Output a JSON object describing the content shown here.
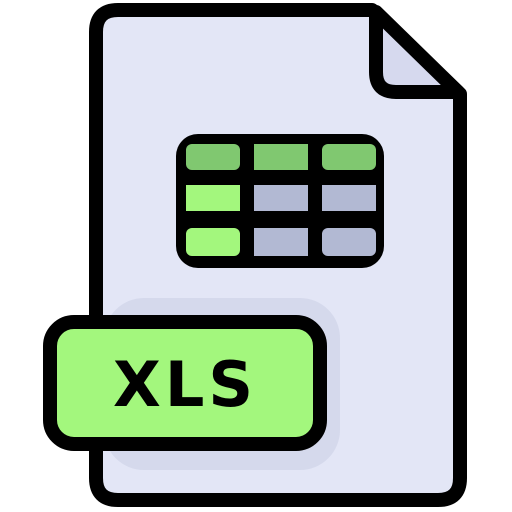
{
  "icon": {
    "name": "xls-file-icon",
    "badge_label": "XLS",
    "colors": {
      "outline": "#000000",
      "page_fill": "#e3e6f6",
      "page_shadow": "#d5d9ec",
      "fold_fill": "#d6d9ee",
      "badge_fill": "#a3f77d",
      "header_cells": "#80c870",
      "first_column_cells": "#a3f77d",
      "body_cells": "#b2b9d3"
    },
    "table": {
      "rows": 3,
      "columns": 3
    }
  }
}
